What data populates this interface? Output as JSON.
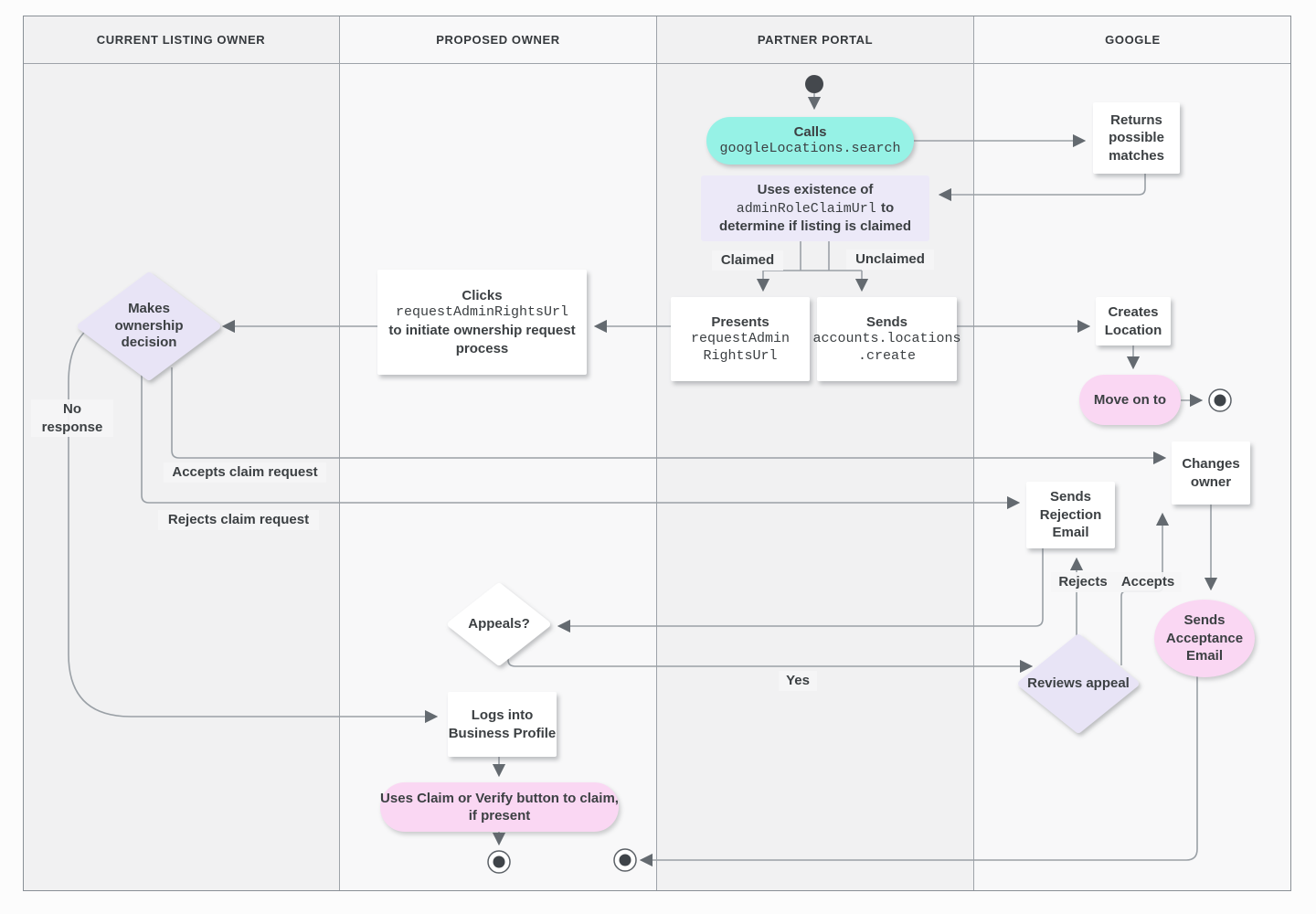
{
  "lanes": [
    {
      "label": "CURRENT LISTING OWNER"
    },
    {
      "label": "PROPOSED OWNER"
    },
    {
      "label": "PARTNER PORTAL"
    },
    {
      "label": "GOOGLE"
    }
  ],
  "nodes": {
    "calls": {
      "title": "Calls",
      "code": "googleLocations.search"
    },
    "returns_matches": {
      "text": "Returns possible matches"
    },
    "uses_existence": {
      "line1": "Uses existence of",
      "code": "adminRoleClaimUrl",
      "after_code": "to",
      "line2": "determine if listing is claimed"
    },
    "presents": {
      "title": "Presents",
      "code": "requestAdmin\nRightsUrl"
    },
    "sends_create": {
      "title": "Sends",
      "code": "accounts.locations\n.create"
    },
    "clicks": {
      "title": "Clicks",
      "code": "requestAdminRightsUrl",
      "rest": "to initiate ownership request process"
    },
    "makes_decision": {
      "text": "Makes ownership decision"
    },
    "creates_location": {
      "text": "Creates Location"
    },
    "move_on_to": {
      "text": "Move on to"
    },
    "changes_owner": {
      "text": "Changes owner"
    },
    "sends_rejection": {
      "text": "Sends Rejection Email"
    },
    "sends_acceptance": {
      "text": "Sends Acceptance Email"
    },
    "reviews_appeal": {
      "text": "Reviews appeal"
    },
    "appeals": {
      "text": "Appeals?"
    },
    "logs_into": {
      "text": "Logs into Business Profile"
    },
    "uses_claim": {
      "text": "Uses Claim or Verify button to claim, if present"
    }
  },
  "edge_labels": {
    "claimed": "Claimed",
    "unclaimed": "Unclaimed",
    "no_response": "No response",
    "accepts_claim": "Accepts claim request",
    "rejects_claim": "Rejects claim request",
    "rejects": "Rejects",
    "accepts": "Accepts",
    "yes": "Yes"
  },
  "colors": {
    "teal": "#96f2e6",
    "lavender": "#ece9f8",
    "pink": "#fad7f3",
    "white_node": "#ffffff",
    "line": "#9aa0a6",
    "arrowhead": "#646a70",
    "text": "#3c4043",
    "lane_dark": "#f1f1f2",
    "lane_light": "#f8f8f9"
  }
}
